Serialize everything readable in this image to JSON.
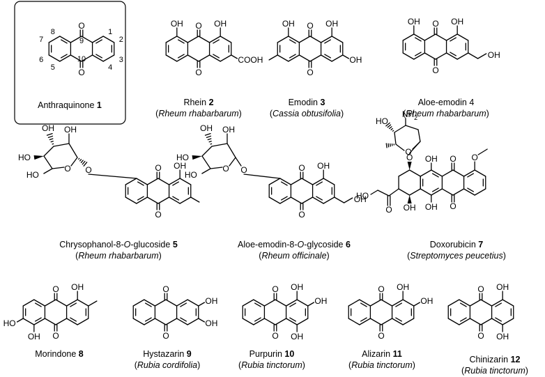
{
  "compounds": [
    {
      "name": "Anthraquinone",
      "number": "1",
      "source": ""
    },
    {
      "name": "Rhein",
      "number": "2",
      "source": "Rheum rhabarbarum"
    },
    {
      "name": "Emodin",
      "number": "3",
      "source": "Cassia obtusifolia"
    },
    {
      "name": "Aloe-emodin 4",
      "number": "",
      "source": "Rheum rhabarbarum"
    },
    {
      "name_pre": "Chrysophanol-8-",
      "name_italic": "O",
      "name_post": "-glucoside",
      "number": "5",
      "source": "Rheum rhabarbarum"
    },
    {
      "name_pre": "Aloe-emodin-8-",
      "name_italic": "O",
      "name_post": "-glycoside",
      "number": "6",
      "source": "Rheum officinale"
    },
    {
      "name": "Doxorubicin",
      "number": "7",
      "source": "Streptomyces peucetius"
    },
    {
      "name": "Morindone",
      "number": "8",
      "source": ""
    },
    {
      "name": "Hystazarin",
      "number": "9",
      "source": "Rubia cordifolia"
    },
    {
      "name": "Purpurin",
      "number": "10",
      "source": "Rubia tinctorum"
    },
    {
      "name": "Alizarin",
      "number": "11",
      "source": "Rubia tinctorum"
    },
    {
      "name": "Chinizarin",
      "number": "12",
      "source": "Rubia tinctorum"
    }
  ],
  "ring_numbers": [
    "1",
    "2",
    "3",
    "4",
    "5",
    "6",
    "7",
    "8",
    "9",
    "10"
  ],
  "atoms": {
    "O": "O",
    "OH": "OH",
    "HO": "HO",
    "COOH": "COOH",
    "NH2": "NH",
    "sub2": "2"
  },
  "paren_open": "(",
  "paren_close": ")"
}
